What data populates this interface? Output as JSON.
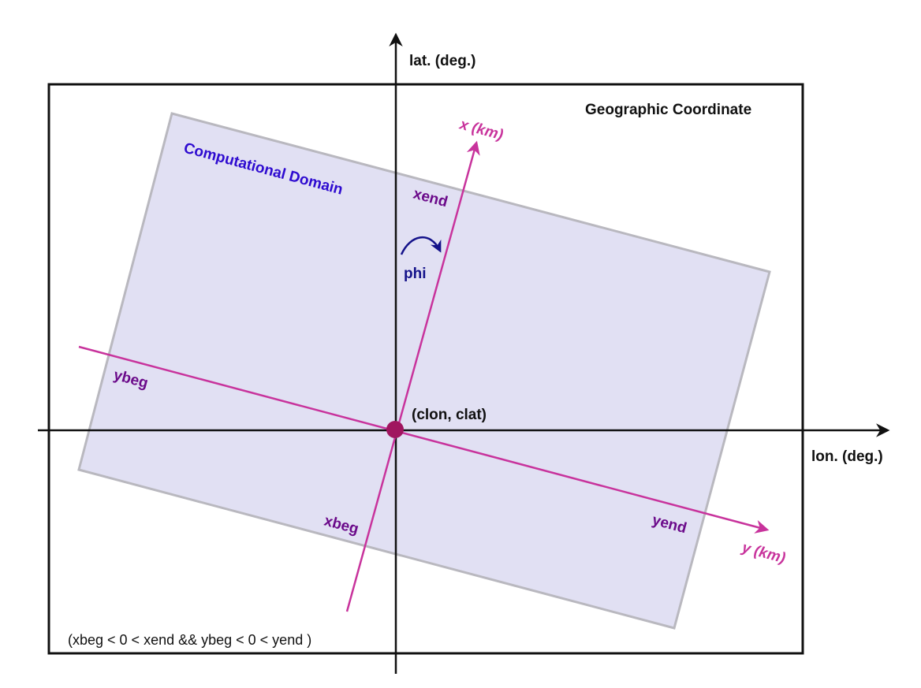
{
  "labels": {
    "lat_axis": "lat. (deg.)",
    "lon_axis": "lon. (deg.)",
    "frame_title": "Geographic Coordinate",
    "domain_title": "Computational Domain",
    "x_axis": "x (km)",
    "y_axis": "y (km)",
    "xend": "xend",
    "xbeg": "xbeg",
    "ybeg": "ybeg",
    "yend": "yend",
    "phi": "phi",
    "origin": "(clon, clat)",
    "condition": "(xbeg < 0 < xend && ybeg < 0 < yend )"
  },
  "colors": {
    "frame": "#111111",
    "axes": "#111111",
    "domain_fill": "#e1e0f3",
    "domain_stroke": "#b9b8bf",
    "rotated_axes": "#c8339c",
    "origin_dot": "#a0155f",
    "domain_label": "#2e0bd0",
    "bound_labels": "#6b0a8a",
    "phi": "#14128a"
  }
}
